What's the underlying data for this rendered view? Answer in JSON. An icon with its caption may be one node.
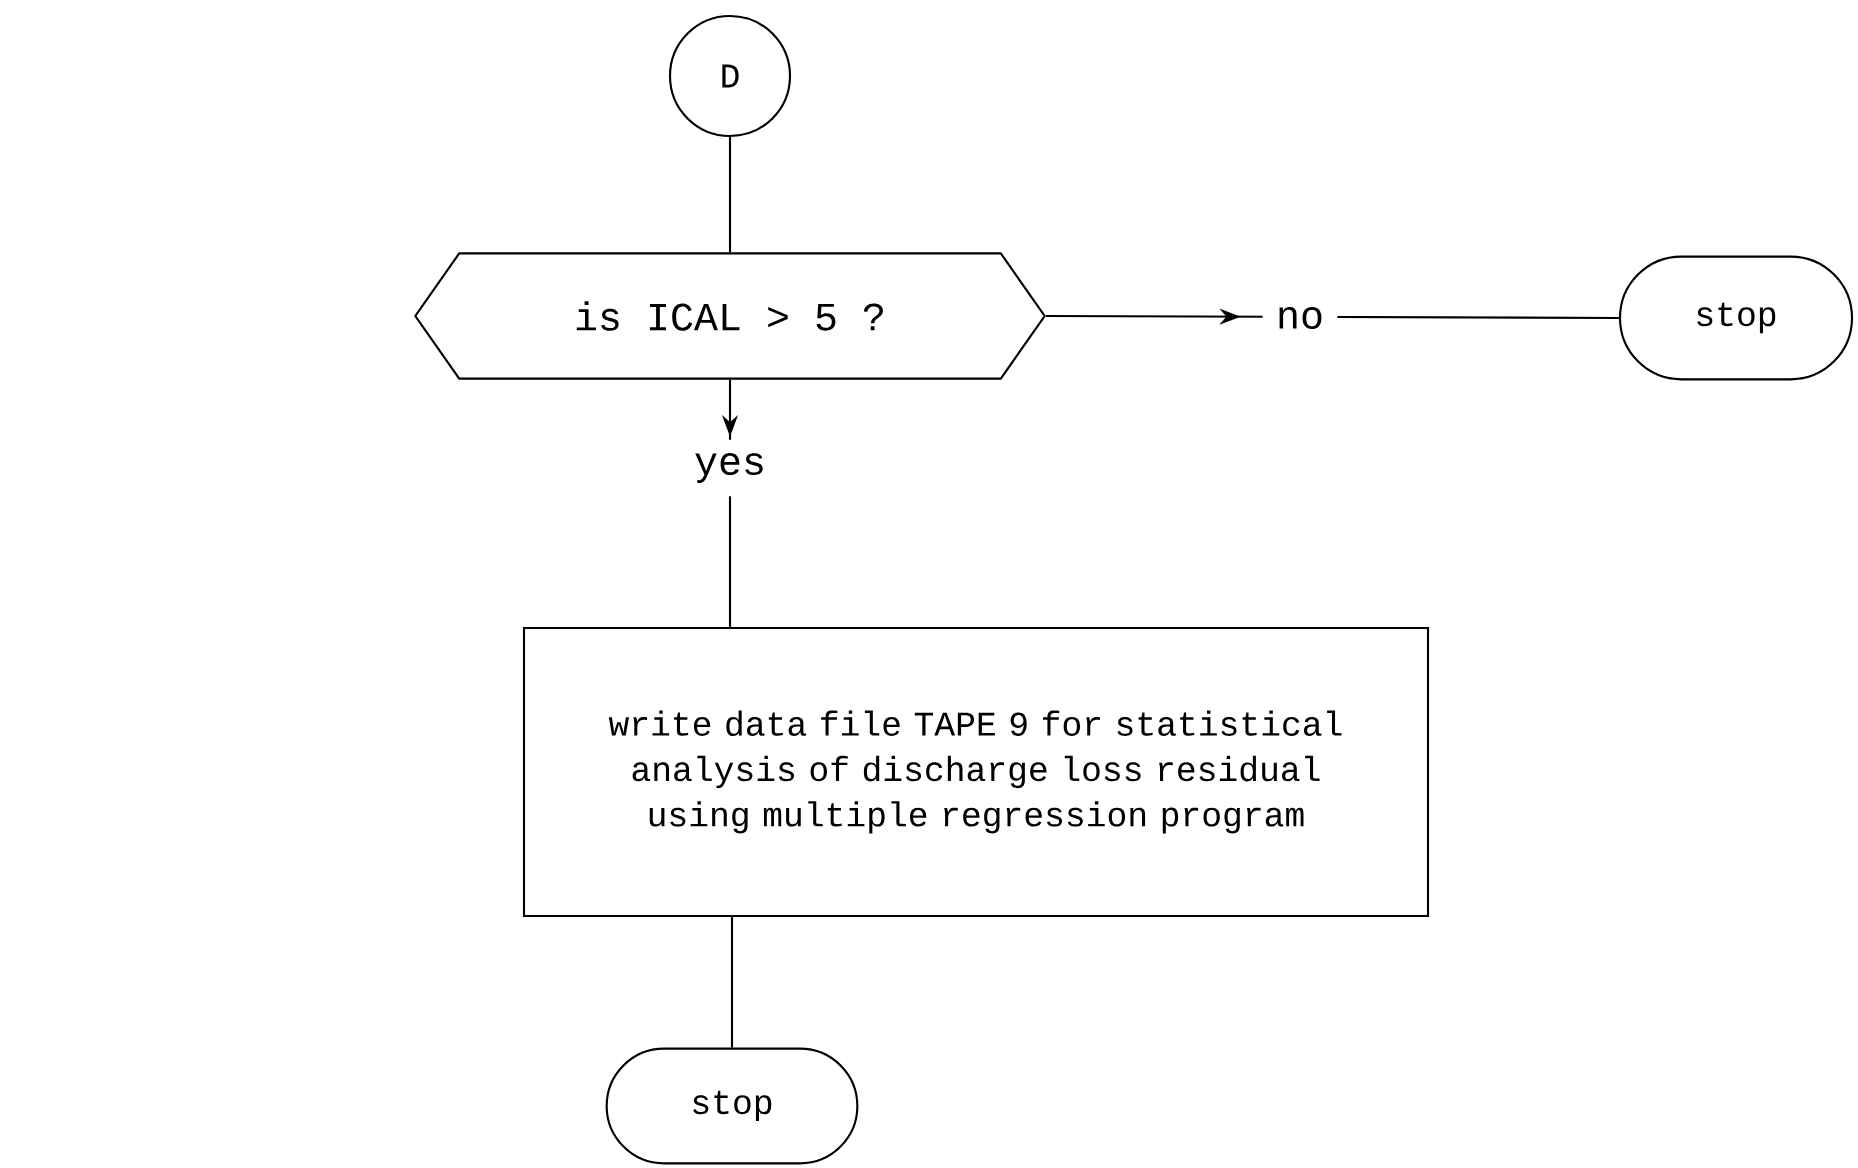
{
  "diagram": {
    "nodes": [
      {
        "text": [
          "D"
        ]
      },
      {
        "text": [
          "is ICAL > 5 ?"
        ]
      },
      {
        "text": [
          "stop"
        ]
      },
      {
        "text": [
          "write data file TAPE 9 for statistical analysis of discharge loss residual using multiple regression program"
        ]
      },
      {
        "text": [
          "stop"
        ]
      }
    ],
    "edges": [
      {
        "from": 0,
        "to": 1,
        "arrow": "none"
      },
      {
        "from": 1,
        "to": 2,
        "arrow": "to",
        "label": "no"
      },
      {
        "from": 1,
        "to": 3,
        "arrow": "to",
        "label": "yes"
      },
      {
        "from": 3,
        "to": 4,
        "arrow": "none"
      }
    ]
  }
}
